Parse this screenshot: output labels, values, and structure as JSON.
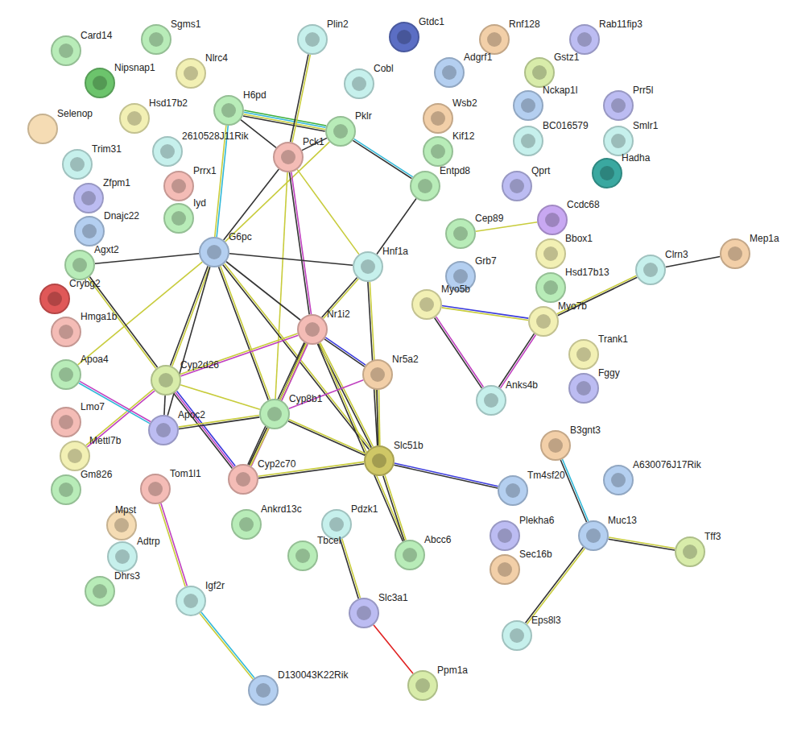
{
  "diagram": {
    "nodes": [
      {
        "text": [
          "Card14"
        ]
      },
      {
        "text": [
          "Sgms1"
        ]
      },
      {
        "text": [
          "Nipsnap1"
        ]
      },
      {
        "text": [
          "Nlrc4"
        ]
      },
      {
        "text": [
          "Selenop"
        ]
      },
      {
        "text": [
          "Hsd17b2"
        ]
      },
      {
        "text": [
          "H6pd"
        ]
      },
      {
        "text": [
          "2610528J11Rik"
        ]
      },
      {
        "text": [
          "Trim31"
        ]
      },
      {
        "text": [
          "Prrx1"
        ]
      },
      {
        "text": [
          "Zfpm1"
        ]
      },
      {
        "text": [
          "Iyd"
        ]
      },
      {
        "text": [
          "Dnajc22"
        ]
      },
      {
        "text": [
          "Agxt2"
        ]
      },
      {
        "text": [
          "Crybg2"
        ]
      },
      {
        "text": [
          "Hmga1b"
        ]
      },
      {
        "text": [
          "Apoa4"
        ]
      },
      {
        "text": [
          "Lmo7"
        ]
      },
      {
        "text": [
          "Mettl7b"
        ]
      },
      {
        "text": [
          "Gm826"
        ]
      },
      {
        "text": [
          "Plin2"
        ]
      },
      {
        "text": [
          "Cobl"
        ]
      },
      {
        "text": [
          "Pklr"
        ]
      },
      {
        "text": [
          "Pck1"
        ]
      },
      {
        "text": [
          "G6pc"
        ]
      },
      {
        "text": [
          "Gtdc1"
        ]
      },
      {
        "text": [
          "Rnf128"
        ]
      },
      {
        "text": [
          "Rab11fip3"
        ]
      },
      {
        "text": [
          "Adgrf1"
        ]
      },
      {
        "text": [
          "Gstz1"
        ]
      },
      {
        "text": [
          "Nckap1l"
        ]
      },
      {
        "text": [
          "Prr5l"
        ]
      },
      {
        "text": [
          "Wsb2"
        ]
      },
      {
        "text": [
          "BC016579"
        ]
      },
      {
        "text": [
          "Smlr1"
        ]
      },
      {
        "text": [
          "Kif12"
        ]
      },
      {
        "text": [
          "Hadha"
        ]
      },
      {
        "text": [
          "Entpd8"
        ]
      },
      {
        "text": [
          "Qprt"
        ]
      },
      {
        "text": [
          "Ccdc68"
        ]
      },
      {
        "text": [
          "Cep89"
        ]
      },
      {
        "text": [
          "Hnf1a"
        ]
      },
      {
        "text": [
          "Grb7"
        ]
      },
      {
        "text": [
          "Bbox1"
        ]
      },
      {
        "text": [
          "Hsd17b13"
        ]
      },
      {
        "text": [
          "Mep1a"
        ]
      },
      {
        "text": [
          "Clrn3"
        ]
      },
      {
        "text": [
          "Myo7b"
        ]
      },
      {
        "text": [
          "Myo5b"
        ]
      },
      {
        "text": [
          "Nr1i2"
        ]
      },
      {
        "text": [
          "Nr5a2"
        ]
      },
      {
        "text": [
          "Trank1"
        ]
      },
      {
        "text": [
          "Fggy"
        ]
      },
      {
        "text": [
          "Anks4b"
        ]
      },
      {
        "text": [
          "Cyp2d26"
        ]
      },
      {
        "text": [
          "Apoc2"
        ]
      },
      {
        "text": [
          "Cyp8b1"
        ]
      },
      {
        "text": [
          "Slc51b"
        ]
      },
      {
        "text": [
          "Cyp2c70"
        ]
      },
      {
        "text": [
          "B3gnt3"
        ]
      },
      {
        "text": [
          "A630076J17Rik"
        ]
      },
      {
        "text": [
          "Tm4sf20"
        ]
      },
      {
        "text": [
          "Tom1l1"
        ]
      },
      {
        "text": [
          "Mpst"
        ]
      },
      {
        "text": [
          "Adtrp"
        ]
      },
      {
        "text": [
          "Dhrs3"
        ]
      },
      {
        "text": [
          "Ankrd13c"
        ]
      },
      {
        "text": [
          "Pdzk1"
        ]
      },
      {
        "text": [
          "Tbcel"
        ]
      },
      {
        "text": [
          "Abcc6"
        ]
      },
      {
        "text": [
          "Plekha6"
        ]
      },
      {
        "text": [
          "Sec16b"
        ]
      },
      {
        "text": [
          "Muc13"
        ]
      },
      {
        "text": [
          "Tff3"
        ]
      },
      {
        "text": [
          "Igf2r"
        ]
      },
      {
        "text": [
          "Slc3a1"
        ]
      },
      {
        "text": [
          "Eps8l3"
        ]
      },
      {
        "text": [
          "D130043K22Rik"
        ]
      },
      {
        "text": [
          "Ppm1a"
        ]
      }
    ],
    "edges": [
      {
        "from": 6,
        "to": 22,
        "arrow": "none"
      },
      {
        "from": 6,
        "to": 23,
        "arrow": "none"
      },
      {
        "from": 6,
        "to": 24,
        "arrow": "none"
      },
      {
        "from": 20,
        "to": 23,
        "arrow": "none"
      },
      {
        "from": 23,
        "to": 22,
        "arrow": "none"
      },
      {
        "from": 22,
        "to": 24,
        "arrow": "none"
      },
      {
        "from": 22,
        "to": 37,
        "arrow": "none"
      },
      {
        "from": 23,
        "to": 24,
        "arrow": "none"
      },
      {
        "from": 23,
        "to": 49,
        "arrow": "none"
      },
      {
        "from": 23,
        "to": 41,
        "arrow": "none"
      },
      {
        "from": 23,
        "to": 56,
        "arrow": "none"
      },
      {
        "from": 37,
        "to": 41,
        "arrow": "none"
      },
      {
        "from": 24,
        "to": 41,
        "arrow": "none"
      },
      {
        "from": 24,
        "to": 13,
        "arrow": "none"
      },
      {
        "from": 24,
        "to": 49,
        "arrow": "none"
      },
      {
        "from": 24,
        "to": 54,
        "arrow": "none"
      },
      {
        "from": 24,
        "to": 56,
        "arrow": "none"
      },
      {
        "from": 24,
        "to": 16,
        "arrow": "none"
      },
      {
        "from": 24,
        "to": 57,
        "arrow": "none"
      },
      {
        "from": 24,
        "to": 55,
        "arrow": "none"
      },
      {
        "from": 41,
        "to": 49,
        "arrow": "none"
      },
      {
        "from": 41,
        "to": 57,
        "arrow": "none"
      },
      {
        "from": 49,
        "to": 54,
        "arrow": "none"
      },
      {
        "from": 49,
        "to": 56,
        "arrow": "none"
      },
      {
        "from": 49,
        "to": 58,
        "arrow": "none"
      },
      {
        "from": 49,
        "to": 50,
        "arrow": "none"
      },
      {
        "from": 49,
        "to": 57,
        "arrow": "none"
      },
      {
        "from": 49,
        "to": 69,
        "arrow": "none"
      },
      {
        "from": 50,
        "to": 56,
        "arrow": "none"
      },
      {
        "from": 50,
        "to": 57,
        "arrow": "none"
      },
      {
        "from": 54,
        "to": 13,
        "arrow": "none"
      },
      {
        "from": 54,
        "to": 55,
        "arrow": "none"
      },
      {
        "from": 54,
        "to": 58,
        "arrow": "none"
      },
      {
        "from": 54,
        "to": 56,
        "arrow": "none"
      },
      {
        "from": 54,
        "to": 18,
        "arrow": "none"
      },
      {
        "from": 16,
        "to": 55,
        "arrow": "none"
      },
      {
        "from": 55,
        "to": 56,
        "arrow": "none"
      },
      {
        "from": 56,
        "to": 58,
        "arrow": "none"
      },
      {
        "from": 56,
        "to": 57,
        "arrow": "none"
      },
      {
        "from": 58,
        "to": 57,
        "arrow": "none"
      },
      {
        "from": 57,
        "to": 61,
        "arrow": "none"
      },
      {
        "from": 57,
        "to": 69,
        "arrow": "none"
      },
      {
        "from": 48,
        "to": 47,
        "arrow": "none"
      },
      {
        "from": 48,
        "to": 53,
        "arrow": "none"
      },
      {
        "from": 47,
        "to": 53,
        "arrow": "none"
      },
      {
        "from": 47,
        "to": 46,
        "arrow": "none"
      },
      {
        "from": 46,
        "to": 45,
        "arrow": "none"
      },
      {
        "from": 40,
        "to": 39,
        "arrow": "none"
      },
      {
        "from": 59,
        "to": 72,
        "arrow": "none"
      },
      {
        "from": 72,
        "to": 73,
        "arrow": "none"
      },
      {
        "from": 72,
        "to": 76,
        "arrow": "none"
      },
      {
        "from": 62,
        "to": 74,
        "arrow": "none"
      },
      {
        "from": 74,
        "to": 77,
        "arrow": "none"
      },
      {
        "from": 67,
        "to": 75,
        "arrow": "none"
      },
      {
        "from": 75,
        "to": 78,
        "arrow": "none"
      }
    ]
  }
}
